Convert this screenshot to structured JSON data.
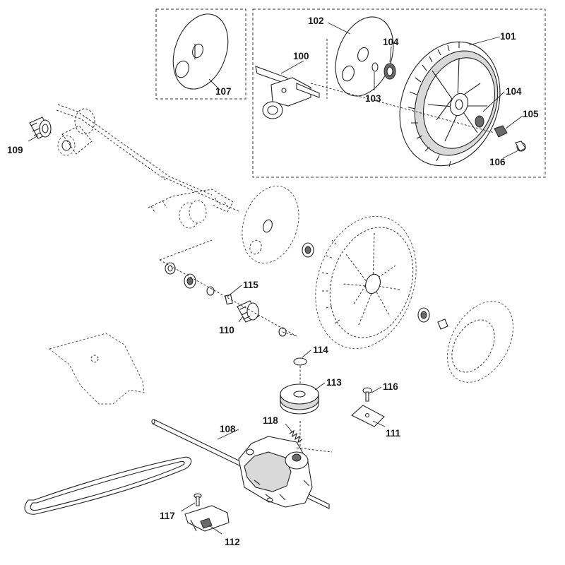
{
  "diagram": {
    "callouts": {
      "c100": "100",
      "c101": "101",
      "c102": "102",
      "c103": "103",
      "c104a": "104",
      "c104b": "104",
      "c105": "105",
      "c106": "106",
      "c107": "107",
      "c108": "108",
      "c109": "109",
      "c110": "110",
      "c111": "111",
      "c112": "112",
      "c113": "113",
      "c114": "114",
      "c115": "115",
      "c116": "116",
      "c117": "117",
      "c118": "118"
    }
  }
}
